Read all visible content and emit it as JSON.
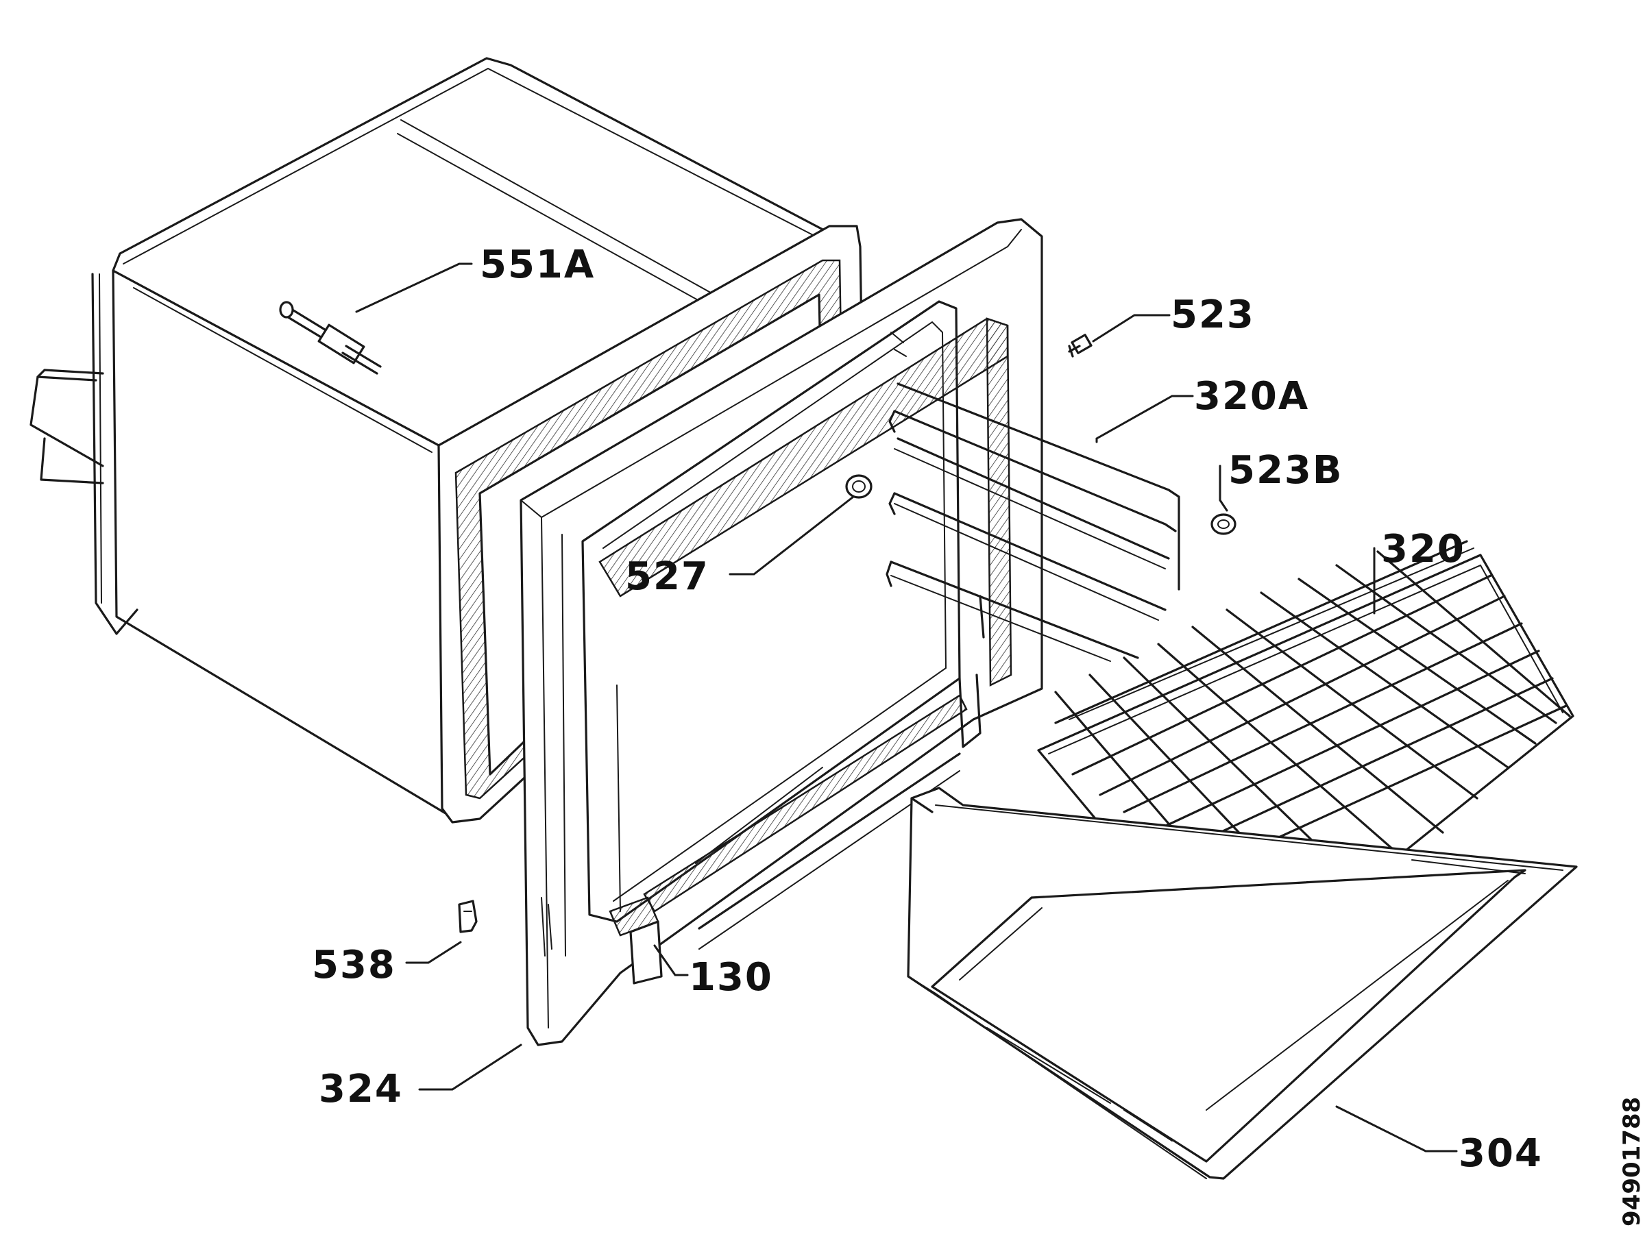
{
  "diagram": {
    "labels": {
      "l551a": "551A",
      "l523": "523",
      "l320a": "320A",
      "l523b": "523B",
      "l320": "320",
      "l527": "527",
      "l538": "538",
      "l130": "130",
      "l324": "324",
      "l304": "304"
    },
    "doc_number": "94901788"
  },
  "colors": {
    "ink": "#1a1a1a",
    "background": "#ffffff"
  }
}
